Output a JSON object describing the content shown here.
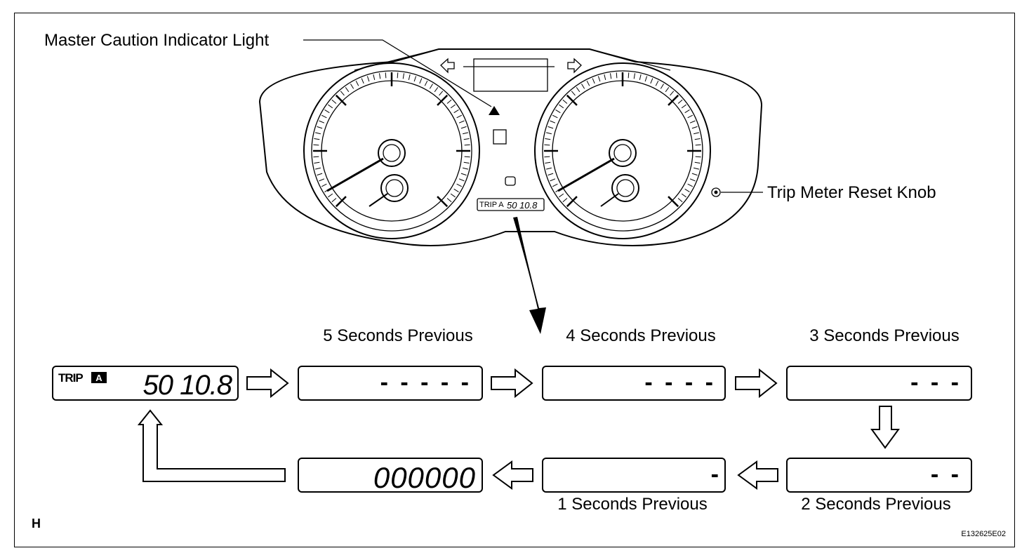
{
  "labels": {
    "master_caution": "Master Caution Indicator Light",
    "trip_reset": "Trip Meter Reset Knob",
    "corner_letter": "H",
    "figure_code": "E132625E02"
  },
  "cluster_display": {
    "trip": "TRIP A",
    "value": "50 10.8"
  },
  "sequence": [
    {
      "caption": "",
      "trip_label": "TRIP",
      "trip_letter": "A",
      "display": "50 10.8"
    },
    {
      "caption": "5 Seconds Previous",
      "display": "- - - - -"
    },
    {
      "caption": "4 Seconds Previous",
      "display": "- - - -"
    },
    {
      "caption": "3 Seconds Previous",
      "display": "- - -"
    },
    {
      "caption": "2 Seconds Previous",
      "display": "- -"
    },
    {
      "caption": "1 Seconds Previous",
      "display": "-"
    },
    {
      "caption": "",
      "display": "000000"
    }
  ]
}
